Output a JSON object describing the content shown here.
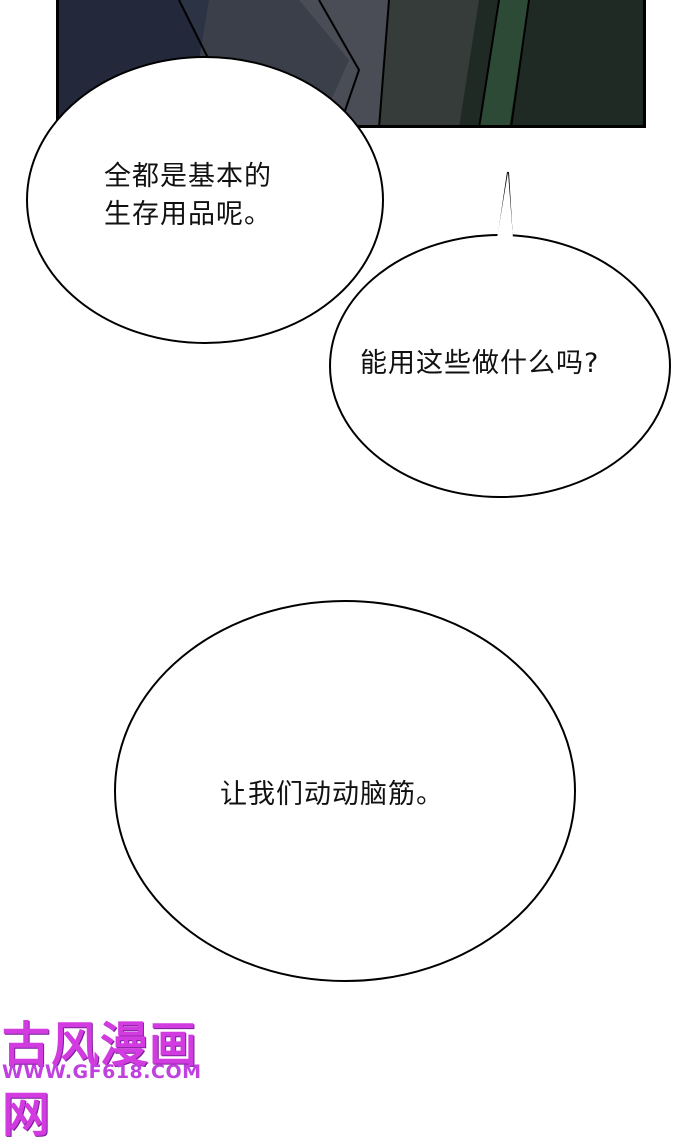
{
  "bubbles": {
    "one": {
      "line1": "全都是基本的",
      "line2": "生存用品呢。"
    },
    "two": {
      "text": "能用这些做什么吗?"
    },
    "three": {
      "text": "让我们动动脑筋。"
    }
  },
  "watermark": {
    "title": "古风漫画网",
    "url": "WWW.GF618.COM"
  },
  "colors": {
    "panel_bg": "#2b3240",
    "watermark": "#d23be0"
  }
}
